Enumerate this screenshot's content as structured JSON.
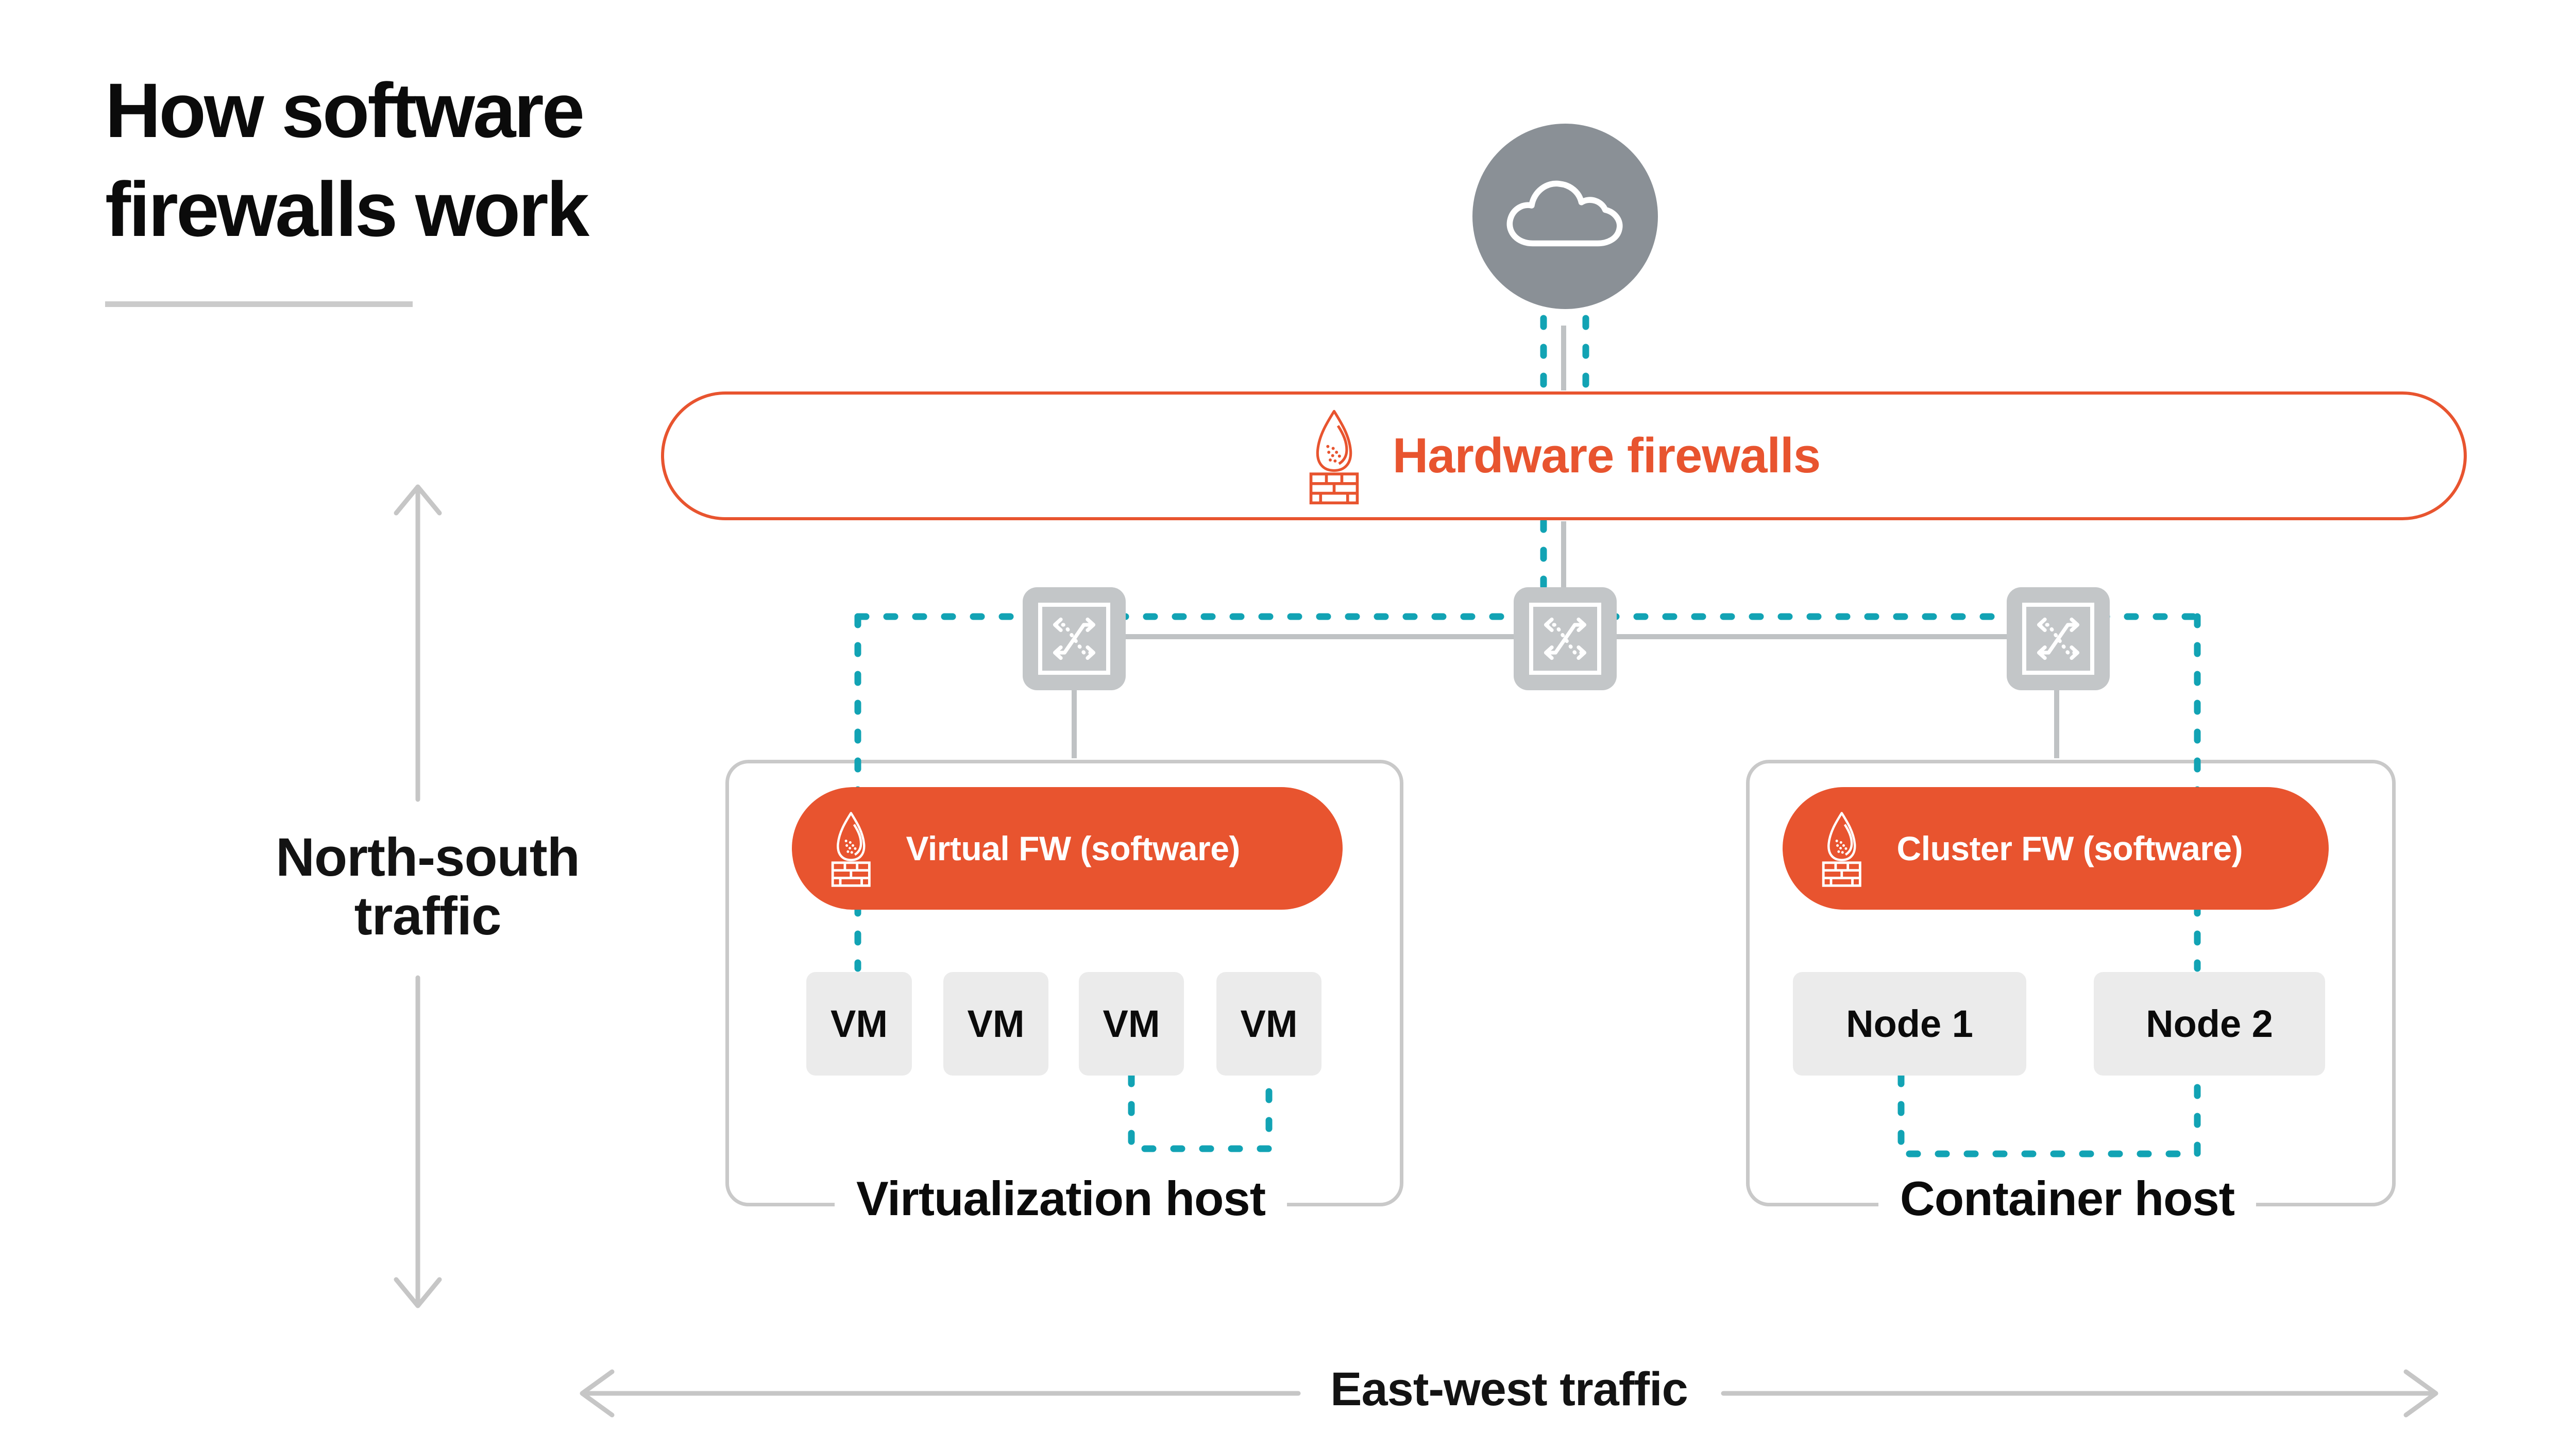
{
  "title": {
    "line1": "How software",
    "line2": "firewalls work"
  },
  "cloud": {
    "icon": "cloud-icon"
  },
  "hardware_firewalls": {
    "label": "Hardware firewalls",
    "icon": "flame-brickwall-firewall-icon"
  },
  "switches": {
    "icon": "crossed-arrows-switch-icon",
    "count": 3
  },
  "hosts": {
    "virtualization": {
      "label": "Virtualization host",
      "firewall_label": "Virtual FW (software)",
      "firewall_icon": "flame-brickwall-firewall-icon",
      "vms": [
        "VM",
        "VM",
        "VM",
        "VM"
      ]
    },
    "container": {
      "label": "Container host",
      "firewall_label": "Cluster FW (software)",
      "firewall_icon": "flame-brickwall-firewall-icon",
      "nodes": [
        "Node 1",
        "Node 2"
      ]
    }
  },
  "traffic": {
    "north_south": {
      "line1": "North-south",
      "line2": "traffic"
    },
    "east_west": "East-west traffic"
  },
  "colors": {
    "accent_orange": "#E8542F",
    "teal_dotted_line": "#12A3B4",
    "cloud_circle_gray": "#8A9096",
    "switch_gray": "#C3C6C8",
    "unit_box_gray": "#EBEBEB",
    "host_border_gray": "#C9C9C9",
    "solid_line_gray": "#BFC2C4",
    "arrow_gray": "#C6C6C6",
    "text_black": "#0b0b0b"
  }
}
